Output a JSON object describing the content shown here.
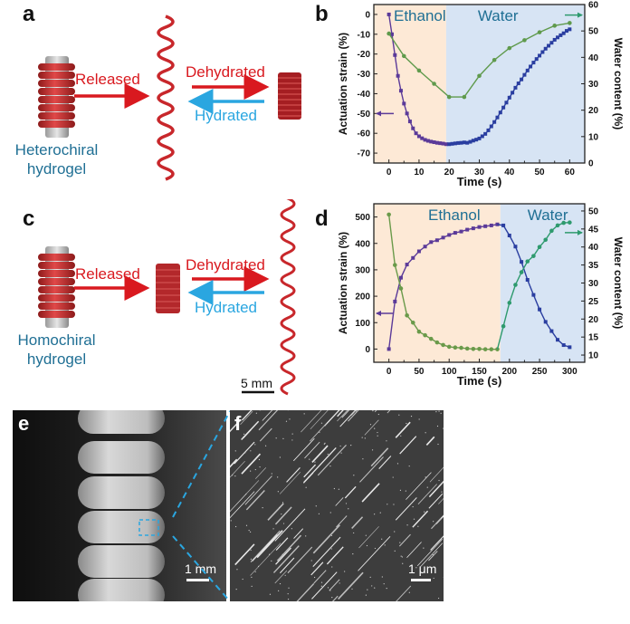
{
  "panels": {
    "a": {
      "label": "a",
      "released": "Released",
      "dehydrated": "Dehydrated",
      "hydrated": "Hydrated",
      "caption_line1": "Heterochiral",
      "caption_line2": "hydrogel"
    },
    "c": {
      "label": "c",
      "released": "Released",
      "dehydrated": "Dehydrated",
      "hydrated": "Hydrated",
      "caption_line1": "Homochiral",
      "caption_line2": "hydrogel",
      "scale_bar": "5 mm"
    },
    "e": {
      "label": "e",
      "scale_bar": "1 mm"
    },
    "f": {
      "label": "f",
      "scale_bar": "1 μm"
    }
  },
  "colors": {
    "red_arrow": "#d9191f",
    "blue_arrow": "#2aa6e0",
    "ethanol_bg": "#fde9d6",
    "water_bg": "#d7e4f4",
    "purple": "#5b3a99",
    "navy": "#2a3ea0",
    "green": "#6a9a4a",
    "teal_green": "#2e9a6e",
    "label_teal": "#1f6f94"
  },
  "chart_data": [
    {
      "id": "b",
      "label": "b",
      "type": "line",
      "xlabel": "Time (s)",
      "ylabel": "Actuation strain (%)",
      "y2label": "Water content (%)",
      "xlim": [
        -5,
        65
      ],
      "ylim": [
        -75,
        5
      ],
      "y2lim": [
        0,
        60
      ],
      "xticks": [
        0,
        10,
        20,
        30,
        40,
        50,
        60
      ],
      "yticks": [
        0,
        -10,
        -20,
        -30,
        -40,
        -50,
        -60,
        -70
      ],
      "y2ticks": [
        0,
        10,
        20,
        30,
        40,
        50,
        60
      ],
      "regions": [
        {
          "name": "Ethanol",
          "from": -5,
          "to": 19
        },
        {
          "name": "Water",
          "from": 19,
          "to": 65
        }
      ],
      "series": [
        {
          "name": "Actuation strain (ethanol)",
          "axis": "left",
          "color": "#5b3a99",
          "x": [
            0,
            1,
            2,
            3,
            4,
            5,
            6,
            7,
            8,
            9,
            10,
            11,
            12,
            13,
            14,
            15,
            16,
            17,
            18,
            19
          ],
          "y": [
            0,
            -10,
            -20.5,
            -31,
            -38.5,
            -45,
            -50,
            -54,
            -57.5,
            -60,
            -61.5,
            -62.5,
            -63.3,
            -63.8,
            -64.2,
            -64.5,
            -64.8,
            -65,
            -65.2,
            -65.5
          ]
        },
        {
          "name": "Actuation strain (water)",
          "axis": "left",
          "color": "#2a3ea0",
          "x": [
            20,
            21,
            22,
            23,
            24,
            25,
            26,
            27,
            28,
            29,
            30,
            31,
            32,
            33,
            34,
            35,
            36,
            37,
            38,
            39,
            40,
            41,
            42,
            43,
            44,
            45,
            46,
            47,
            48,
            49,
            50,
            51,
            52,
            53,
            54,
            55,
            56,
            57,
            58,
            59,
            60
          ],
          "y": [
            -65.5,
            -65.3,
            -65.1,
            -64.9,
            -64.8,
            -64.6,
            -64.8,
            -64.3,
            -63.7,
            -63.2,
            -62.6,
            -61.5,
            -60.3,
            -58.5,
            -56.5,
            -54.3,
            -52,
            -49.5,
            -47,
            -44.5,
            -42,
            -39.5,
            -37,
            -34.8,
            -32.8,
            -30.5,
            -28.3,
            -26.3,
            -24.3,
            -22.5,
            -20.8,
            -19,
            -17.3,
            -15.8,
            -14.3,
            -12.8,
            -11.6,
            -10.5,
            -9.5,
            -8.3,
            -7.5
          ]
        },
        {
          "name": "Water content",
          "axis": "right",
          "color": "#5f9a4c",
          "x": [
            0,
            5,
            10,
            15,
            20,
            25,
            30,
            35,
            40,
            45,
            50,
            55,
            60
          ],
          "y": [
            49,
            40.5,
            35,
            30,
            25,
            25,
            33,
            39,
            43.5,
            46.5,
            49.5,
            52,
            53
          ]
        }
      ],
      "annotations": {
        "left_arrow_at": -50,
        "right_arrow_at": 56
      }
    },
    {
      "id": "d",
      "label": "d",
      "type": "line",
      "xlabel": "Time (s)",
      "ylabel": "Actuation strain (%)",
      "y2label": "Water content (%)",
      "xlim": [
        -25,
        325
      ],
      "ylim": [
        -50,
        550
      ],
      "y2lim": [
        8,
        52
      ],
      "xticks": [
        0,
        50,
        100,
        150,
        200,
        250,
        300
      ],
      "yticks": [
        0,
        100,
        200,
        300,
        400,
        500
      ],
      "y2ticks": [
        10,
        15,
        20,
        25,
        30,
        35,
        40,
        45,
        50
      ],
      "regions": [
        {
          "name": "Ethanol",
          "from": -25,
          "to": 185
        },
        {
          "name": "Water",
          "from": 185,
          "to": 325
        }
      ],
      "series": [
        {
          "name": "Actuation strain (ethanol)",
          "axis": "left",
          "color": "#5b3a99",
          "x": [
            0,
            10,
            20,
            30,
            40,
            50,
            60,
            70,
            80,
            90,
            100,
            110,
            120,
            130,
            140,
            150,
            160,
            170,
            180
          ],
          "y": [
            0,
            180,
            270,
            320,
            345,
            370,
            388,
            405,
            412,
            422,
            432,
            440,
            445,
            452,
            457,
            462,
            465,
            468,
            472
          ]
        },
        {
          "name": "Actuation strain (water)",
          "axis": "left",
          "color": "#2a3ea0",
          "x": [
            190,
            200,
            210,
            220,
            230,
            240,
            250,
            260,
            270,
            280,
            290,
            300
          ],
          "y": [
            468,
            430,
            388,
            330,
            262,
            205,
            150,
            103,
            68,
            35,
            15,
            7
          ]
        },
        {
          "name": "Water content (ethanol)",
          "axis": "right",
          "color": "#6a9a4a",
          "x": [
            0,
            10,
            20,
            30,
            40,
            50,
            60,
            70,
            80,
            90,
            100,
            110,
            120,
            130,
            140,
            150,
            160,
            170,
            180
          ],
          "y": [
            49,
            35,
            28.5,
            21,
            19,
            16.5,
            15.5,
            14.5,
            13.5,
            12.8,
            12.3,
            12.1,
            12,
            11.8,
            11.7,
            11.7,
            11.6,
            11.6,
            11.6
          ]
        },
        {
          "name": "Water content (water)",
          "axis": "right",
          "color": "#2e9a6e",
          "x": [
            190,
            200,
            210,
            220,
            230,
            240,
            250,
            260,
            270,
            280,
            290,
            300
          ],
          "y": [
            18,
            24.5,
            29.5,
            33,
            36,
            37.5,
            40,
            42,
            44.5,
            46,
            46.7,
            46.8
          ]
        }
      ],
      "annotations": {
        "left_arrow_at": 135,
        "right_arrow_at": 44
      }
    }
  ]
}
